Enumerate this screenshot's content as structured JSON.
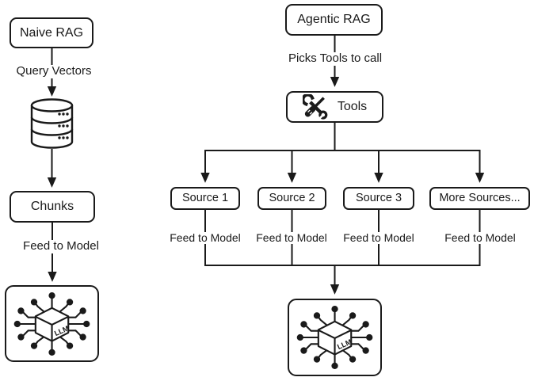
{
  "diagram": {
    "title_implicit": "Naive RAG vs Agentic RAG flow diagram",
    "background_color": "#ffffff",
    "ink_color": "#1a1a1a"
  },
  "naive_flow": {
    "title": "Naive RAG",
    "step1_label": "Query Vectors",
    "chunks_title": "Chunks",
    "feed_label": "Feed to Model",
    "llm_label": "LLM",
    "icons": [
      "database-cylinder-icon",
      "llm-network-cube-icon"
    ]
  },
  "agentic_flow": {
    "title": "Agentic RAG",
    "step1_label": "Picks Tools to call",
    "tools_title": "Tools",
    "sources": [
      {
        "label": "Source 1",
        "feed_label": "Feed to Model"
      },
      {
        "label": "Source 2",
        "feed_label": "Feed to Model"
      },
      {
        "label": "Source 3",
        "feed_label": "Feed to Model"
      },
      {
        "label": "More Sources...",
        "feed_label": "Feed to Model"
      }
    ],
    "llm_label": "LLM",
    "icons": [
      "wrench-screwdriver-icon",
      "llm-network-cube-icon"
    ]
  }
}
